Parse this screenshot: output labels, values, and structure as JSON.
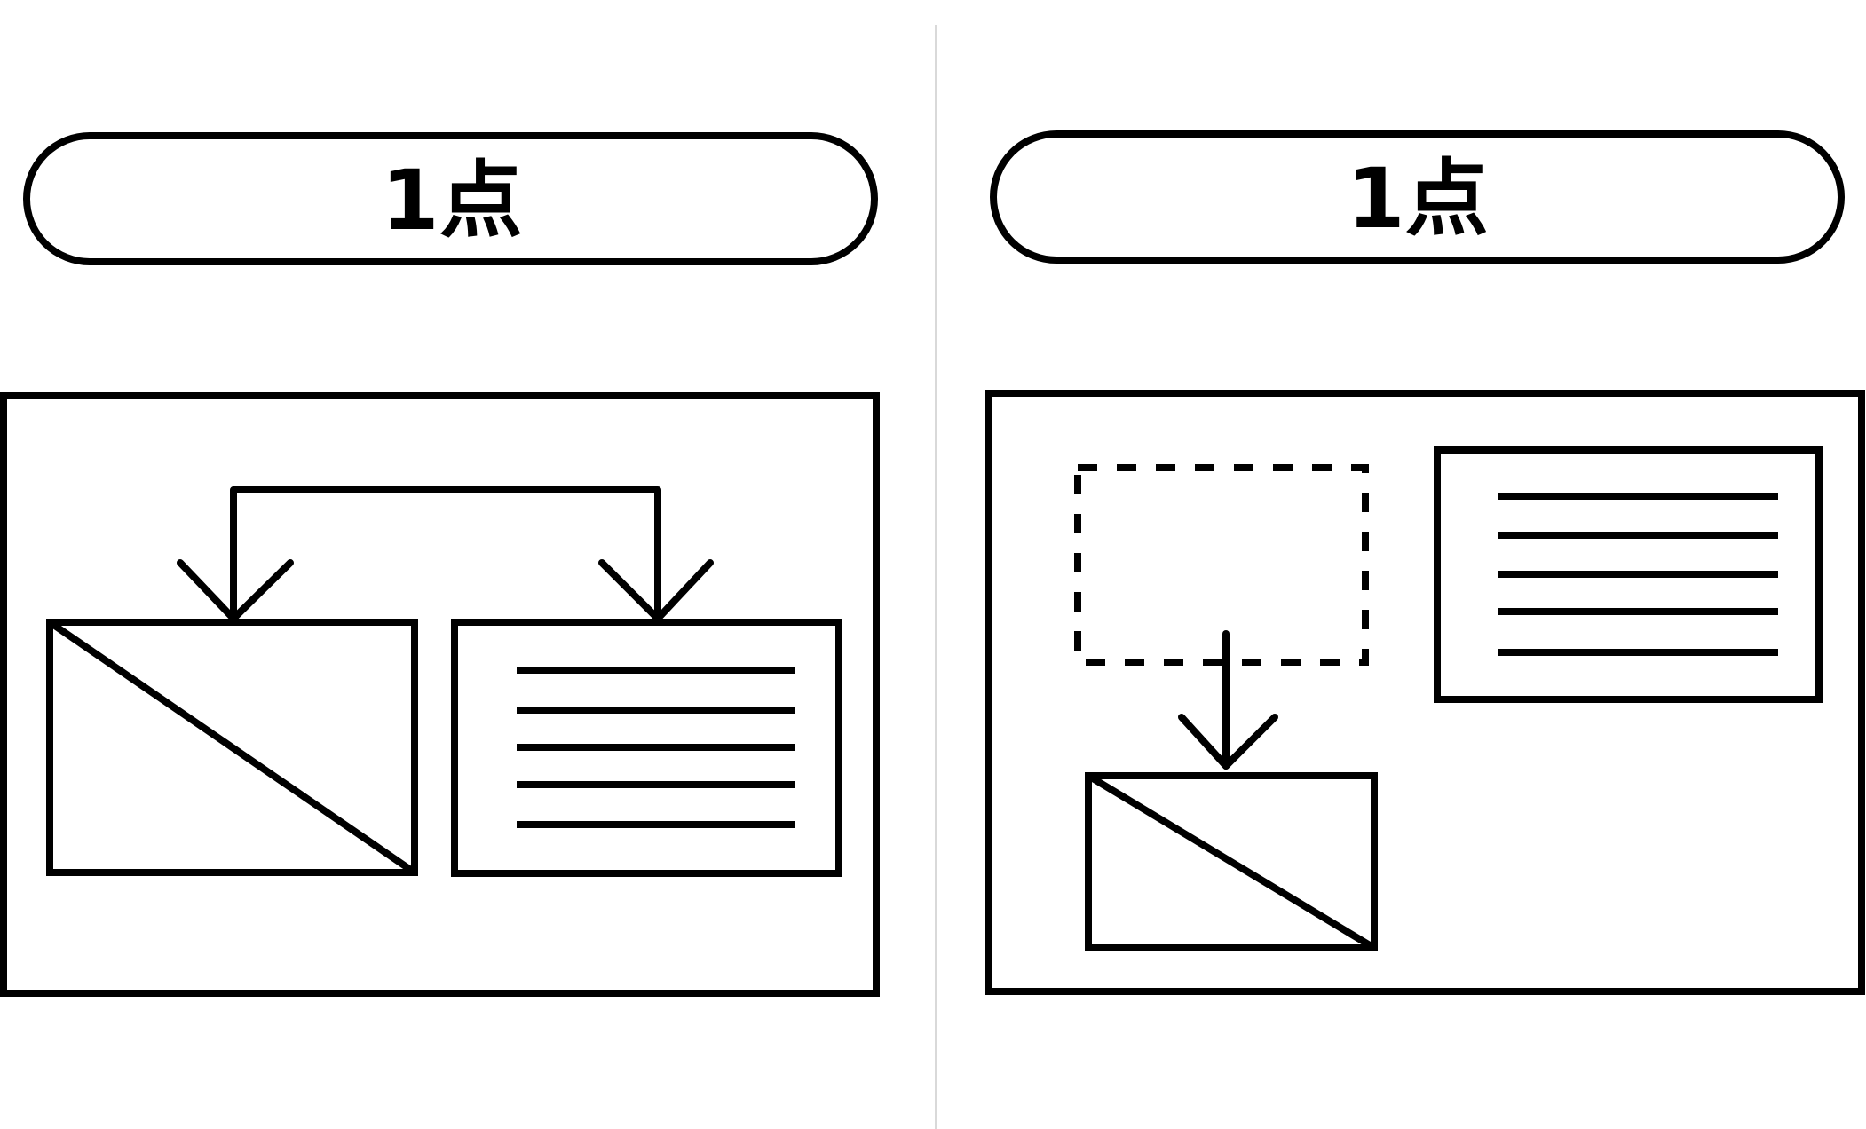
{
  "panels": [
    {
      "label": "1点",
      "layout": "image-and-text-side-by-side"
    },
    {
      "label": "1点",
      "layout": "image-below-placeholder"
    }
  ],
  "colors": {
    "stroke": "#000000",
    "background": "#ffffff",
    "divider": "#d9d9d9"
  }
}
